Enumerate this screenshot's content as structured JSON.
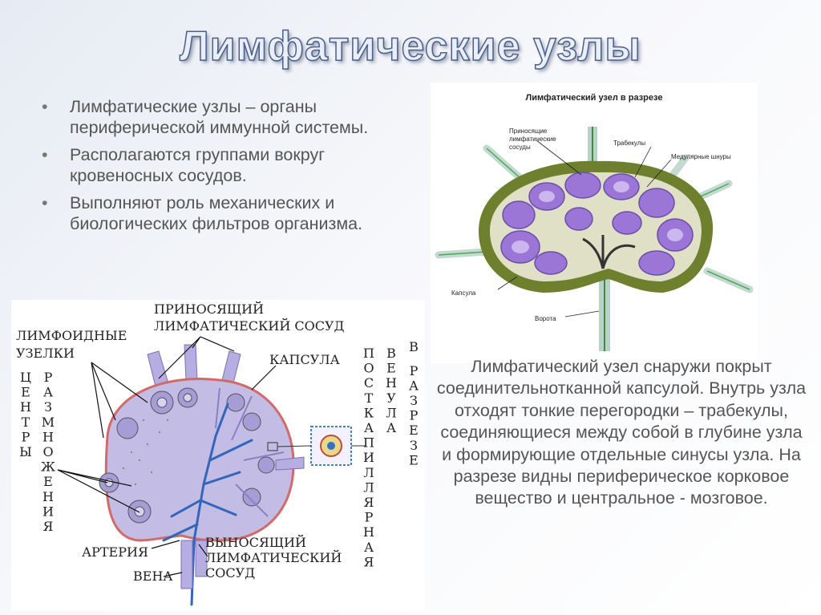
{
  "title": "Лимфатические узлы",
  "bullets": [
    "Лимфатические узлы – органы периферической иммунной системы.",
    "Располагаются группами вокруг кровеносных сосудов.",
    "Выполняют роль механических и биологических фильтров организма."
  ],
  "paragraph": "Лимфатический узел снаружи покрыт соединительнотканной капсулой. Внутрь узла отходят тонкие перегородки – трабекулы, соединяющиеся между собой в глубине узла и формирующие отдельные синусы узла. На разрезе видны периферическое корковое вещество и центральное - мозговое.",
  "diagram1": {
    "title": "Лимфатический узел в разрезе",
    "labels": {
      "afferent_line1": "Приносящие",
      "afferent_line2": "лимфатические",
      "afferent_line3": "сосуды",
      "trabeculae": "Трабекулы",
      "medullary": "Медулярные шнуры",
      "capsule": "Капсула",
      "hilum": "Ворота"
    }
  },
  "diagram2": {
    "labels": {
      "nodules_line1": "ЛИМФОИДНЫЕ",
      "nodules_line2": "УЗЕЛКИ",
      "afferent_line1": "ПРИНОСЯЩИЙ",
      "afferent_line2": "ЛИМФАТИЧЕСКИЙ СОСУД",
      "capsule": "КАПСУЛА",
      "artery": "АРТЕРИЯ",
      "vein": "ВЕНА",
      "efferent_line1": "ВЫНОСЯЩИЙ",
      "efferent_line2": "ЛИМФАТИЧЕСКИЙ",
      "efferent_line3": "СОСУД"
    },
    "vertical_labels": {
      "centers": "ЦЕНТРЫ",
      "reproduction": "РАЗМНОЖЕНИЯ",
      "postcapillary": "ПОСТКАПИЛЛЯРНАЯ",
      "venule": "ВЕНУЛА",
      "in_section": "В РАЗРЕЗЕ"
    }
  },
  "colors": {
    "capsule_green": "#6e7f2e",
    "cortex_light": "#d9dcc0",
    "follicle_purple": "#9b76d6",
    "lymph_vessel": "#b9d2c8",
    "node_lavender": "#b6aee0",
    "vein_blue": "#3366b8"
  }
}
